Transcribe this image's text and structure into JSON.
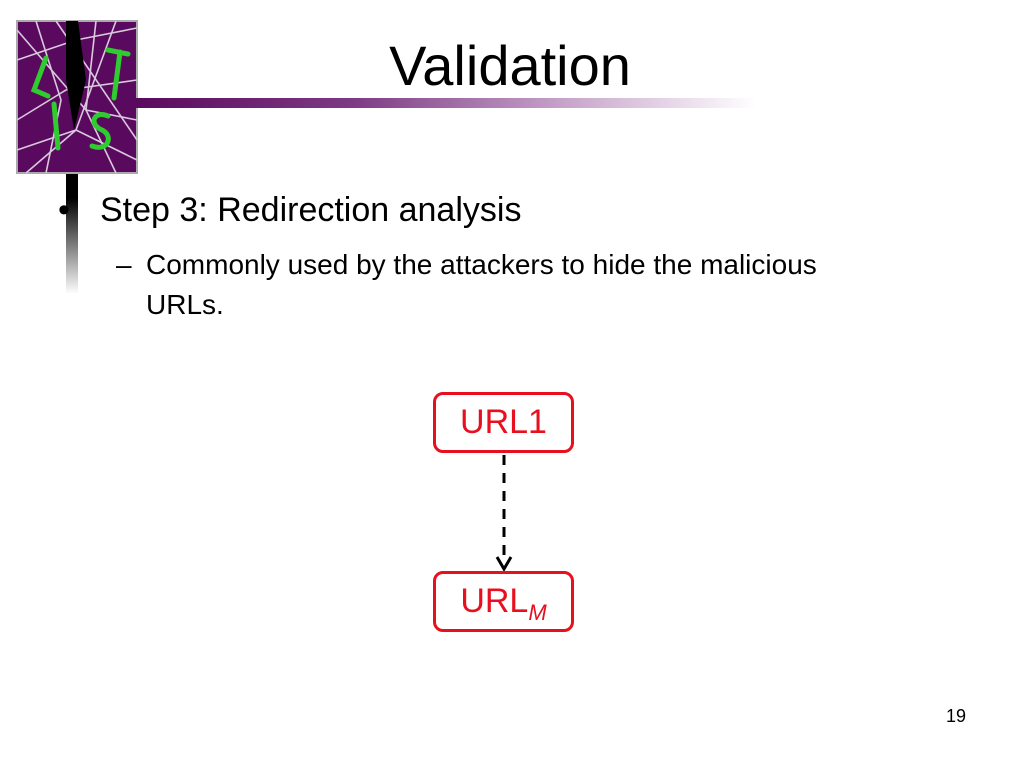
{
  "slide": {
    "title": "Validation",
    "bullet": "Step 3: Redirection analysis",
    "sub_bullet": "Commonly used by the attackers to hide the malicious URLs.",
    "bullet_marker": "•",
    "sub_bullet_marker": "–",
    "page_number": "19"
  },
  "diagram": {
    "nodes": [
      {
        "label": "URL1"
      },
      {
        "label": "URL",
        "subscript": "M"
      }
    ],
    "edge": {
      "from": "URL1",
      "to": "URLM",
      "style": "dashed",
      "direction": "down"
    },
    "node_color": "#e8101e"
  },
  "theme": {
    "accent": "#5a0a5e",
    "logo_background": "#5a0a5e",
    "logo_letter_color": "#2ecc2e"
  },
  "logo": {
    "icon": "shattered-glass-logo-icon",
    "letters": "LIST"
  }
}
